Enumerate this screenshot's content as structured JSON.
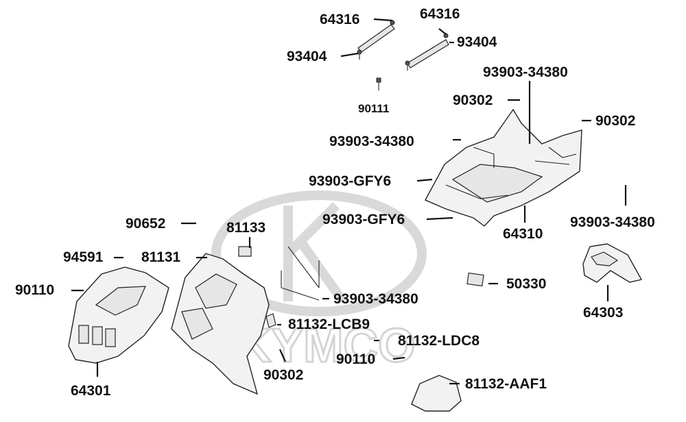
{
  "watermark": {
    "brand": "KYMCO"
  },
  "labels": {
    "l64316a": "64316",
    "l64316b": "64316",
    "l93404a": "93404",
    "l93404b": "93404",
    "l90111": "90111",
    "l93903_34380_top": "93903-34380",
    "l90302_a": "90302",
    "l90302_b": "90302",
    "l93903_34380_mid": "93903-34380",
    "l93903_gfy6_a": "93903-GFY6",
    "l93903_gfy6_b": "93903-GFY6",
    "l93903_34380_right": "93903-34380",
    "l64310": "64310",
    "l90652": "90652",
    "l81133": "81133",
    "l94591": "94591",
    "l81131": "81131",
    "l90110_a": "90110",
    "l93903_34380_low": "93903-34380",
    "l50330": "50330",
    "l64303": "64303",
    "l81132_lcb9": "81132-LCB9",
    "l81132_ldc8": "81132-LDC8",
    "l90110_b": "90110",
    "l90302_c": "90302",
    "l81132_aaf1": "81132-AAF1",
    "l64301": "64301"
  }
}
